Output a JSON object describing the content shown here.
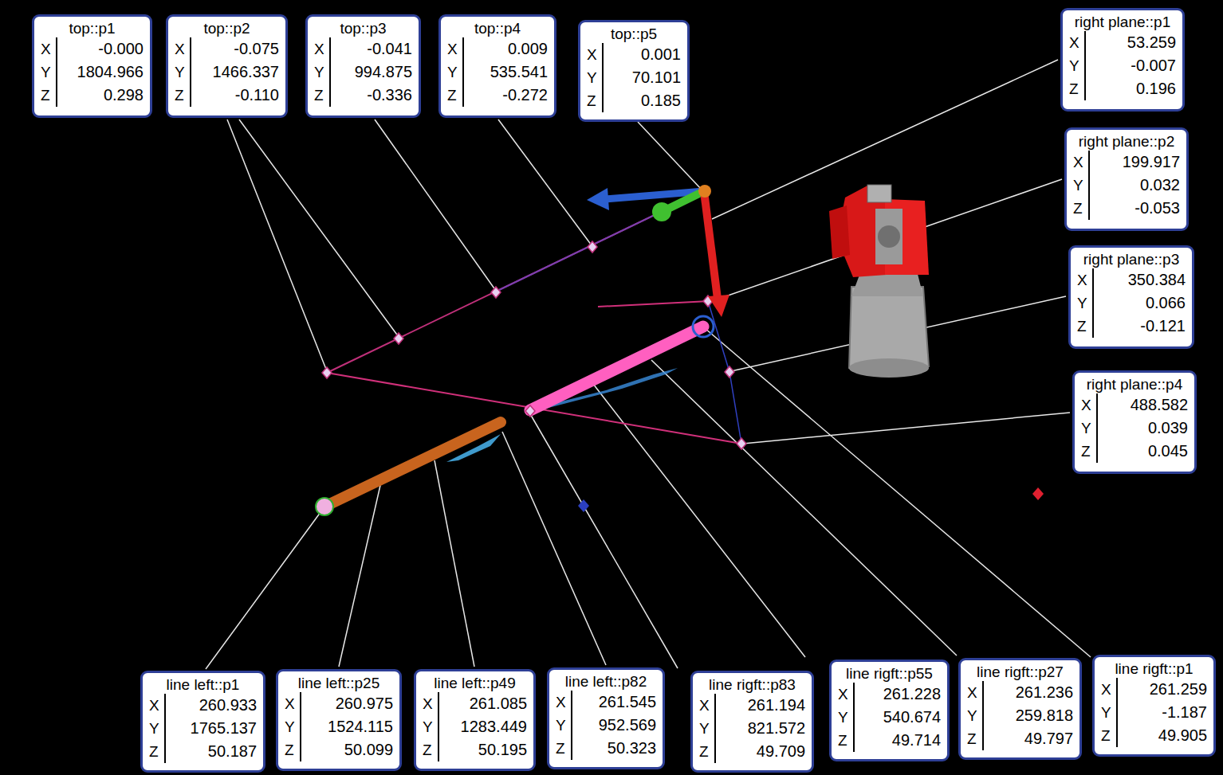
{
  "diagram": {
    "nodes": [
      {
        "text": [
          "top::p1",
          "X",
          "-0.000",
          "Y",
          "1804.966",
          "Z",
          "0.298"
        ]
      },
      {
        "text": [
          "top::p2",
          "X",
          "-0.075",
          "Y",
          "1466.337",
          "Z",
          "-0.110"
        ]
      },
      {
        "text": [
          "top::p3",
          "X",
          "-0.041",
          "Y",
          "994.875",
          "Z",
          "-0.336"
        ]
      },
      {
        "text": [
          "top::p4",
          "X",
          "0.009",
          "Y",
          "535.541",
          "Z",
          "-0.272"
        ]
      },
      {
        "text": [
          "top::p5",
          "X",
          "0.001",
          "Y",
          "70.101",
          "Z",
          "0.185"
        ]
      },
      {
        "text": [
          "right plane::p1",
          "X",
          "53.259",
          "Y",
          "-0.007",
          "Z",
          "0.196"
        ]
      },
      {
        "text": [
          "right plane::p2",
          "X",
          "199.917",
          "Y",
          "0.032",
          "Z",
          "-0.053"
        ]
      },
      {
        "text": [
          "right plane::p3",
          "X",
          "350.384",
          "Y",
          "0.066",
          "Z",
          "-0.121"
        ]
      },
      {
        "text": [
          "right plane::p4",
          "X",
          "488.582",
          "Y",
          "0.039",
          "Z",
          "0.045"
        ]
      },
      {
        "text": [
          "line left::p1",
          "X",
          "260.933",
          "Y",
          "1765.137",
          "Z",
          "50.187"
        ]
      },
      {
        "text": [
          "line left::p25",
          "X",
          "260.975",
          "Y",
          "1524.115",
          "Z",
          "50.099"
        ]
      },
      {
        "text": [
          "line left::p49",
          "X",
          "261.085",
          "Y",
          "1283.449",
          "Z",
          "50.195"
        ]
      },
      {
        "text": [
          "line left::p82",
          "X",
          "261.545",
          "Y",
          "952.569",
          "Z",
          "50.323"
        ]
      },
      {
        "text": [
          "line rigft::p83",
          "X",
          "261.194",
          "Y",
          "821.572",
          "Z",
          "49.709"
        ]
      },
      {
        "text": [
          "line rigft::p55",
          "X",
          "261.228",
          "Y",
          "540.674",
          "Z",
          "49.714"
        ]
      },
      {
        "text": [
          "line rigft::p27",
          "X",
          "261.236",
          "Y",
          "259.818",
          "Z",
          "49.797"
        ]
      },
      {
        "text": [
          "line rigft::p1",
          "X",
          "261.259",
          "Y",
          "-1.187",
          "Z",
          "49.905"
        ]
      }
    ]
  }
}
